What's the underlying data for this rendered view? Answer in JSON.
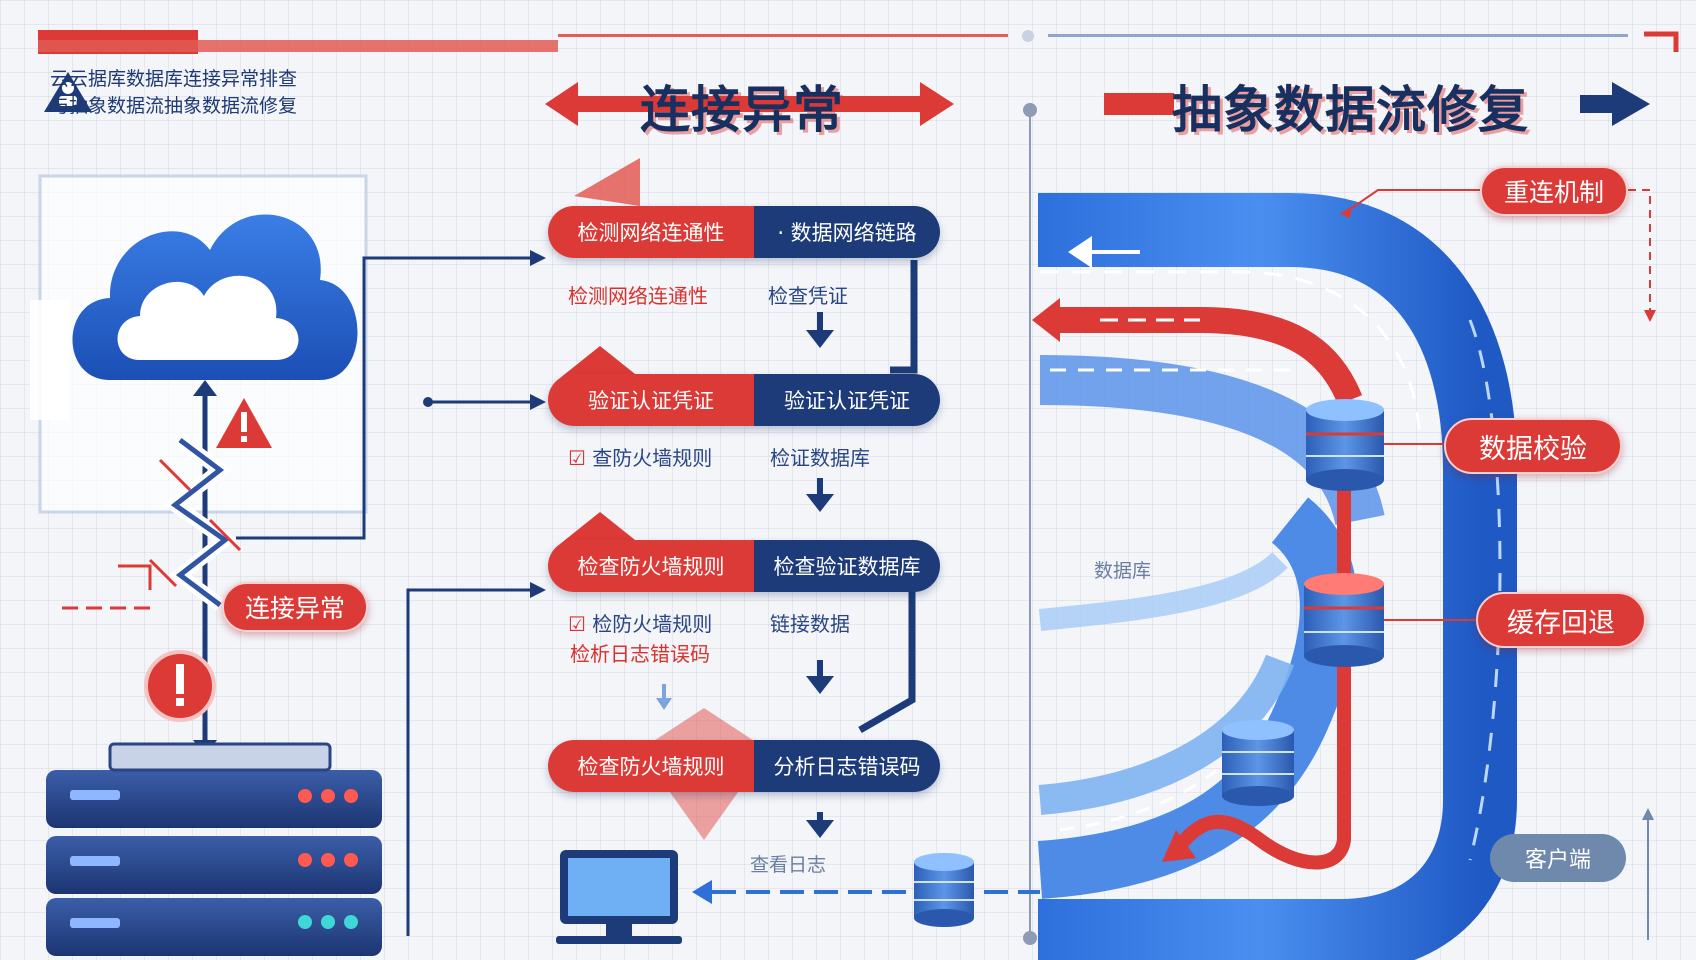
{
  "header": {
    "subtitle_line1": "云云据库数据库连接异常排查",
    "subtitle_line2": "与抽象数据流抽象数据流修复"
  },
  "titles": {
    "left": "连接异常",
    "right": "抽象数据流修复"
  },
  "flow_steps": [
    {
      "left": "检测网络连通性",
      "right": "· 数据网络链路",
      "sub_left": "检测网络连通性",
      "sub_right": "检查凭证"
    },
    {
      "left": "验证认证凭证",
      "right": "验证认证凭证",
      "sub_left": "查防火墙规则",
      "sub_right": "检证数据库"
    },
    {
      "left": "检查防火墙规则",
      "right": "检查验证数据库",
      "sub_left": "检防火墙规则",
      "sub_right": "链接数据",
      "sub_left2": "检析日志错误码"
    },
    {
      "left": "检查防火墙规则",
      "right": "分析日志错误码"
    }
  ],
  "left_panel": {
    "alert_label": "连接异常"
  },
  "right_panel": {
    "badges": [
      "重连机制",
      "数据校验",
      "缓存回退"
    ],
    "db_label": "数据库",
    "client_label": "客户端"
  },
  "bottom": {
    "flow_label": "查看日志"
  },
  "colors": {
    "red": "#dc3a36",
    "navy": "#1d3b78",
    "blue": "#2f6fd8",
    "light_blue": "#7fb2f0"
  }
}
